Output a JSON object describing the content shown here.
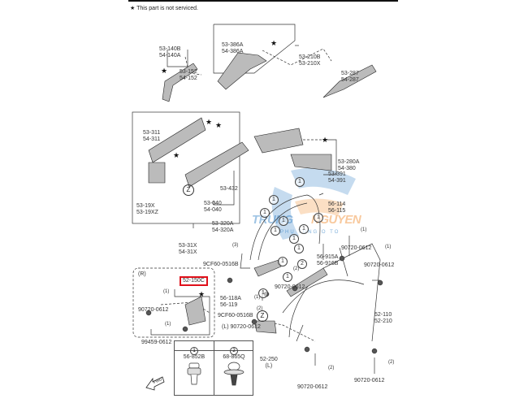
{
  "diagram": {
    "note": "This part is not serviced.",
    "note_symbol": "star",
    "accent_color": "#e0101a",
    "watermark": {
      "brand_left": "TRUNG",
      "brand_right": "NGUYEN",
      "subtitle": "PHỤ TÙNG Ô TÔ",
      "colors": {
        "blue": "#2d7ec4",
        "orange": "#f08a2a"
      }
    },
    "labels": {
      "p53_140": [
        "53-140B",
        "54-140A"
      ],
      "p53_152": [
        "53-152",
        "54-152"
      ],
      "p53_386": [
        "53-386A",
        "54-386A"
      ],
      "p53_210": [
        "53-210B",
        "53-210X"
      ],
      "p53_287": [
        "53-287",
        "54-287"
      ],
      "p53_311": [
        "53-311",
        "54-311"
      ],
      "p53_432": [
        "53-432"
      ],
      "p53_19": [
        "53-19X",
        "53-19XZ"
      ],
      "p53_040": [
        "53-040",
        "54-040"
      ],
      "p53_320": [
        "53-320A",
        "54-320A"
      ],
      "p53_31": [
        "53-31X",
        "54-31X"
      ],
      "p53_280": [
        "53-280A",
        "54-380"
      ],
      "p53_391": [
        "53-391",
        "54-391"
      ],
      "p56_114": [
        "56-114",
        "56-115"
      ],
      "p9cf60_top": [
        "9CF60-0516B"
      ],
      "p9cf60_top_qty": "(3)",
      "p56_915": [
        "56-915A",
        "56-916B"
      ],
      "p90720_a": [
        "90720-0612"
      ],
      "p90720_a_qty": "(1)",
      "p90720_b": [
        "90720-0612"
      ],
      "p90720_b_qty": "(1)",
      "p90720_c": [
        "90720-0612"
      ],
      "p90720_c_qty": "(2)",
      "p56_118": [
        "56-118A",
        "56-119"
      ],
      "p9cf60_bot": [
        "9CF60-0516B"
      ],
      "p9cf60_bot_qty": "(1)",
      "p90720_l": [
        "(L) 90720-0612"
      ],
      "p90720_l_qty": "(2)",
      "p52_110": [
        "52-110",
        "52-210"
      ],
      "p52_250": [
        "52-250",
        "(L)"
      ],
      "p90720_d": [
        "90720-0612"
      ],
      "p90720_d_qty": "(2)",
      "p90720_e": [
        "90720-0612"
      ],
      "p90720_e_qty": "(2)",
      "r_side": "(R)",
      "p52_150c": "52-150C",
      "p90720_r": [
        "90720-0612"
      ],
      "p90720_r_qty": "(1)",
      "p99459_r": [
        "99459-0612"
      ],
      "p99459_r_qty": "(1)"
    },
    "callouts": {
      "one": "1",
      "two": "2",
      "z": "Z"
    },
    "clip_table": [
      {
        "index": "1",
        "part_no": "56-852B"
      },
      {
        "index": "2",
        "part_no": "68-865Q"
      }
    ],
    "front_arrow": "FWD"
  }
}
